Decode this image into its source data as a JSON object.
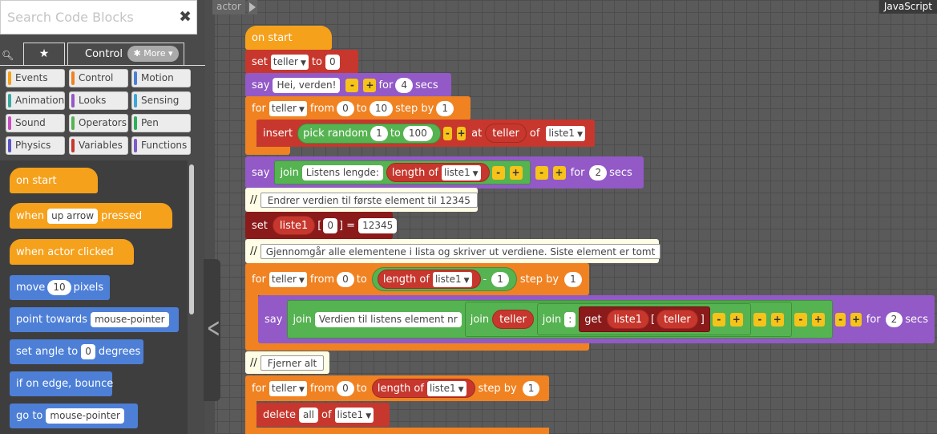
{
  "search": {
    "placeholder": "Search Code Blocks",
    "close": "✖"
  },
  "tabs": {
    "favorites": "★",
    "current": "Control",
    "more": "✱ More ▾"
  },
  "categories": [
    {
      "label": "Events",
      "color": "#f5a11c"
    },
    {
      "label": "Control",
      "color": "#f08222"
    },
    {
      "label": "Motion",
      "color": "#4d7fd7"
    },
    {
      "label": "Animation",
      "color": "#3aa99f"
    },
    {
      "label": "Looks",
      "color": "#9359c7"
    },
    {
      "label": "Sensing",
      "color": "#3ea6d8"
    },
    {
      "label": "Sound",
      "color": "#c84fc0"
    },
    {
      "label": "Operators",
      "color": "#56b351"
    },
    {
      "label": "Pen",
      "color": "#2fae5e"
    },
    {
      "label": "Physics",
      "color": "#5b55c4"
    },
    {
      "label": "Variables",
      "color": "#c7372d"
    },
    {
      "label": "Functions",
      "color": "#7c5cc7"
    }
  ],
  "palette": {
    "on_start": "on start",
    "when": "when",
    "key": "up arrow",
    "pressed": "pressed",
    "when_clicked": "when actor clicked",
    "move": "move",
    "move_n": "10",
    "pixels": "pixels",
    "point_towards": "point towards",
    "point_target": "mouse-pointer",
    "set_angle": "set angle to",
    "angle_n": "0",
    "degrees": "degrees",
    "bounce": "if on edge, bounce",
    "go_to": "go to",
    "go_target": "mouse-pointer"
  },
  "workspace": {
    "breadcrumb": "actor",
    "language": "JavaScript"
  },
  "script": {
    "on_start": "on start",
    "set1": {
      "kw": "set",
      "var": "teller",
      "to": "to",
      "val": "0"
    },
    "say1": {
      "kw": "say",
      "text": "Hei, verden!",
      "minus": "-",
      "plus": "+",
      "for": "for",
      "n": "4",
      "secs": "secs"
    },
    "for1": {
      "kw": "for",
      "var": "teller",
      "from": "from",
      "from_v": "0",
      "to": "to",
      "to_v": "10",
      "step": "step by",
      "step_v": "1"
    },
    "insert": {
      "kw": "insert",
      "pick": "pick random",
      "a": "1",
      "to": "to",
      "b": "100",
      "at": "at",
      "var": "teller",
      "of": "of",
      "list": "liste1"
    },
    "say2": {
      "kw": "say",
      "join": "join",
      "text": "Listens lengde:",
      "length": "length of",
      "list": "liste1",
      "for": "for",
      "n": "2",
      "secs": "secs"
    },
    "comment1": {
      "mark": "//",
      "text": "Endrer verdien til første element til 12345"
    },
    "set2": {
      "kw": "set",
      "list": "liste1",
      "lb": "[",
      "idx": "0",
      "rb": "] =",
      "val": "12345"
    },
    "comment2": {
      "mark": "//",
      "text": "Gjennomgår alle elementene i lista og skriver ut verdiene. Siste element er tomt"
    },
    "for2": {
      "kw": "for",
      "var": "teller",
      "from": "from",
      "from_v": "0",
      "to": "to",
      "length": "length of",
      "list": "liste1",
      "minus": "-",
      "minus_v": "1",
      "step": "step by",
      "step_v": "1"
    },
    "say3": {
      "kw": "say",
      "join": "join",
      "text": "Verdien til listens element nr",
      "join2": "join",
      "var": "teller",
      "join3": "join",
      "colon": ":",
      "get": "get",
      "list": "liste1",
      "lb": "[",
      "var2": "teller",
      "rb": "]",
      "for": "for",
      "n": "2",
      "secs": "secs"
    },
    "comment3": {
      "mark": "//",
      "text": "Fjerner alt"
    },
    "for3": {
      "kw": "for",
      "var": "teller",
      "from": "from",
      "from_v": "0",
      "to": "to",
      "length": "length of",
      "list": "liste1",
      "step": "step by",
      "step_v": "1"
    },
    "delete": {
      "kw": "delete",
      "what": "all",
      "of": "of",
      "list": "liste1"
    }
  }
}
